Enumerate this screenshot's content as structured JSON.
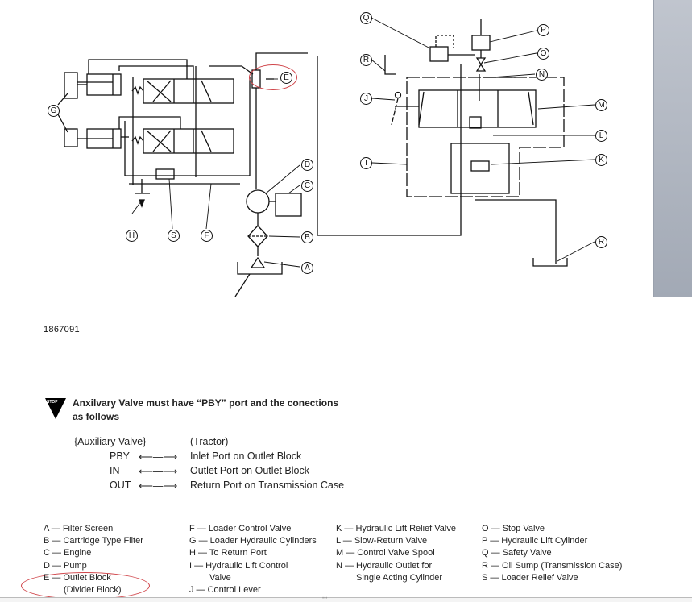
{
  "figure_number": "1867091",
  "callouts": [
    "A",
    "B",
    "C",
    "D",
    "E",
    "F",
    "G",
    "H",
    "I",
    "J",
    "K",
    "L",
    "M",
    "N",
    "O",
    "P",
    "Q",
    "R",
    "S"
  ],
  "note": {
    "icon": "stop-icon",
    "icon_text": "STOP",
    "text": "Anxilvary Valve must have “PBY” port and the conections as follows"
  },
  "connections": {
    "left_header": "{Auxiliary Valve}",
    "right_header": "(Tractor)",
    "arrow": "⟵—⟶",
    "rows": [
      {
        "port": "PBY",
        "dest": "Inlet Port on Outlet Block"
      },
      {
        "port": "IN",
        "dest": "Outlet Port on Outlet Block"
      },
      {
        "port": "OUT",
        "dest": "Return Port on Transmission Case"
      }
    ]
  },
  "legend": {
    "col1": [
      "A — Filter Screen",
      "B — Cartridge Type Filter",
      "C — Engine",
      "D — Pump",
      "E — Outlet Block",
      "(Divider Block)"
    ],
    "col2": [
      "F — Loader Control Valve",
      "G — Loader Hydraulic Cylinders",
      "H — To Return Port",
      "I — Hydraulic Lift Control",
      "Valve",
      "J — Control Lever"
    ],
    "col3": [
      "K — Hydraulic Lift Relief Valve",
      "L — Slow-Return Valve",
      "M — Control Valve Spool",
      "N — Hydraulic Outlet for",
      "Single Acting Cylinder"
    ],
    "col4": [
      "O — Stop Valve",
      "P — Hydraulic Lift Cylinder",
      "Q — Safety Valve",
      "R — Oil Sump (Transmission Case)",
      "S — Loader Relief Valve"
    ]
  },
  "highlight_color": "#d0454a",
  "bottom_dots": "•••"
}
